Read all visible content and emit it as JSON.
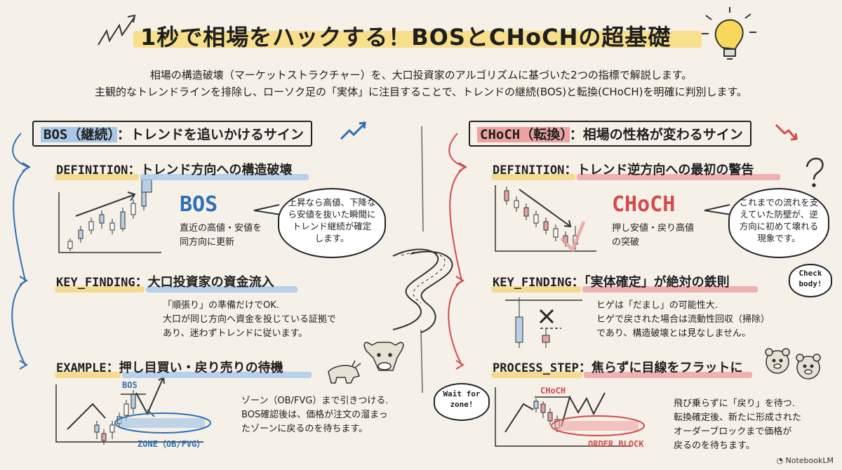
{
  "title": "1秒で相場をハックする！BOSとCHoCHの超基礎",
  "intro": {
    "line1": "相場の構造破壊（マーケットストラクチャー）を、大口投資家のアルゴリズムに基づいた2つの指標で解説します。",
    "line2": "主観的なトレンドラインを排除し、ローソク足の「実体」に注目することで、トレンドの継続(BOS)と転換(CHoCH)を明確に判別します。"
  },
  "left": {
    "header_tag": "BOS（継続）",
    "header_text": "：トレンドを追いかけるサイン",
    "definition": {
      "key": "DEFINITION",
      "text": "：トレンド方向への構造破壊"
    },
    "big_label": "BOS",
    "big_desc": [
      "直近の高値・安値を",
      "同方向に更新"
    ],
    "bubble": [
      "上昇なら高値、下降な",
      "ら安値を抜いた瞬間に",
      "トレンド継続が確定",
      "します。"
    ],
    "key_finding": {
      "key": "KEY_FINDING",
      "text": "：大口投資家の資金流入"
    },
    "kf_text": [
      "「順張り」の準備だけでOK.",
      "大口が同じ方向へ資金を投じている証拠で",
      "あり、迷わずトレンドに従います。"
    ],
    "example": {
      "key": "EXAMPLE",
      "text": "：押し目買い・戻り売りの待機"
    },
    "ex_chart_label": "BOS",
    "ex_zone_label": "ZONE（OB/FVG）",
    "ex_text": [
      "ゾーン（OB/FVG）まで引きつける.",
      "BOS確認後は、価格が注文の溜まっ",
      "たゾーンに戻るのを待ちます。"
    ]
  },
  "right": {
    "header_tag": "CHoCH（転換）",
    "header_text": "：相場の性格が変わるサイン",
    "definition": {
      "key": "DEFINITION",
      "text": "：トレンド逆方向への最初の警告"
    },
    "big_label": "CHoCH",
    "big_desc": [
      "押し安値・戻り高値",
      "の突破"
    ],
    "bubble": [
      "これまでの流れを支",
      "えていた防壁が、逆",
      "方向に初めて壊れる",
      "現象です。"
    ],
    "key_finding": {
      "key": "KEY_FINDING",
      "text": "：「実体確定」が絶対の鉄則"
    },
    "check_bubble": [
      "Check",
      "body!"
    ],
    "kf_text": [
      "ヒゲは「だまし」の可能性大.",
      "ヒゲで戻された場合は流動性回収（掃除）",
      "であり、構造破壊とは見なしません。"
    ],
    "process": {
      "key": "PROCESS_STEP",
      "text": "：焦らずに目線をフラットに"
    },
    "wait_bubble": [
      "Wait for",
      "zone!"
    ],
    "ps_chart_label": "CHoCH",
    "ps_ob_label": "ORDER BLOCK",
    "ps_text": [
      "飛び乗らずに「戻り」を待つ.",
      "転換確定後、新たに形成された",
      "オーダーブロックまで価格が",
      "戻るのを待ちます。"
    ]
  },
  "logo": "NotebookLM",
  "icons": [
    "lightbulb-icon",
    "arrow-up-right-icon",
    "arrow-down-right-icon",
    "question-mark-icon",
    "bull-icon",
    "bear-icon",
    "cross-icon",
    "road-icon"
  ],
  "colors": {
    "blue": "#2f6fb5",
    "red": "#d34b4b",
    "yellow": "#f3d77a",
    "bg": "#f5f0e8"
  }
}
